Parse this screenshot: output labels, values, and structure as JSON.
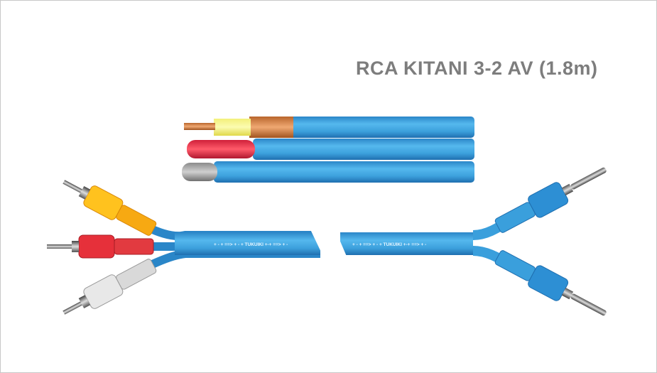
{
  "title": "RCA KITANI 3-2 AV (1.8m)",
  "cable_print": [
    "+ - + ==> + - + TUKUIKI  +-+ ==> + -",
    "+ - + ==> + - + TUKUIKI  +-+ ==> + -"
  ],
  "colors": {
    "jacket": "#3a9fdc",
    "yellow": "#f9b515",
    "red": "#e0303a",
    "white": "#d8d8d8",
    "copper": "#d9874a",
    "title": "#7d7d7d"
  }
}
